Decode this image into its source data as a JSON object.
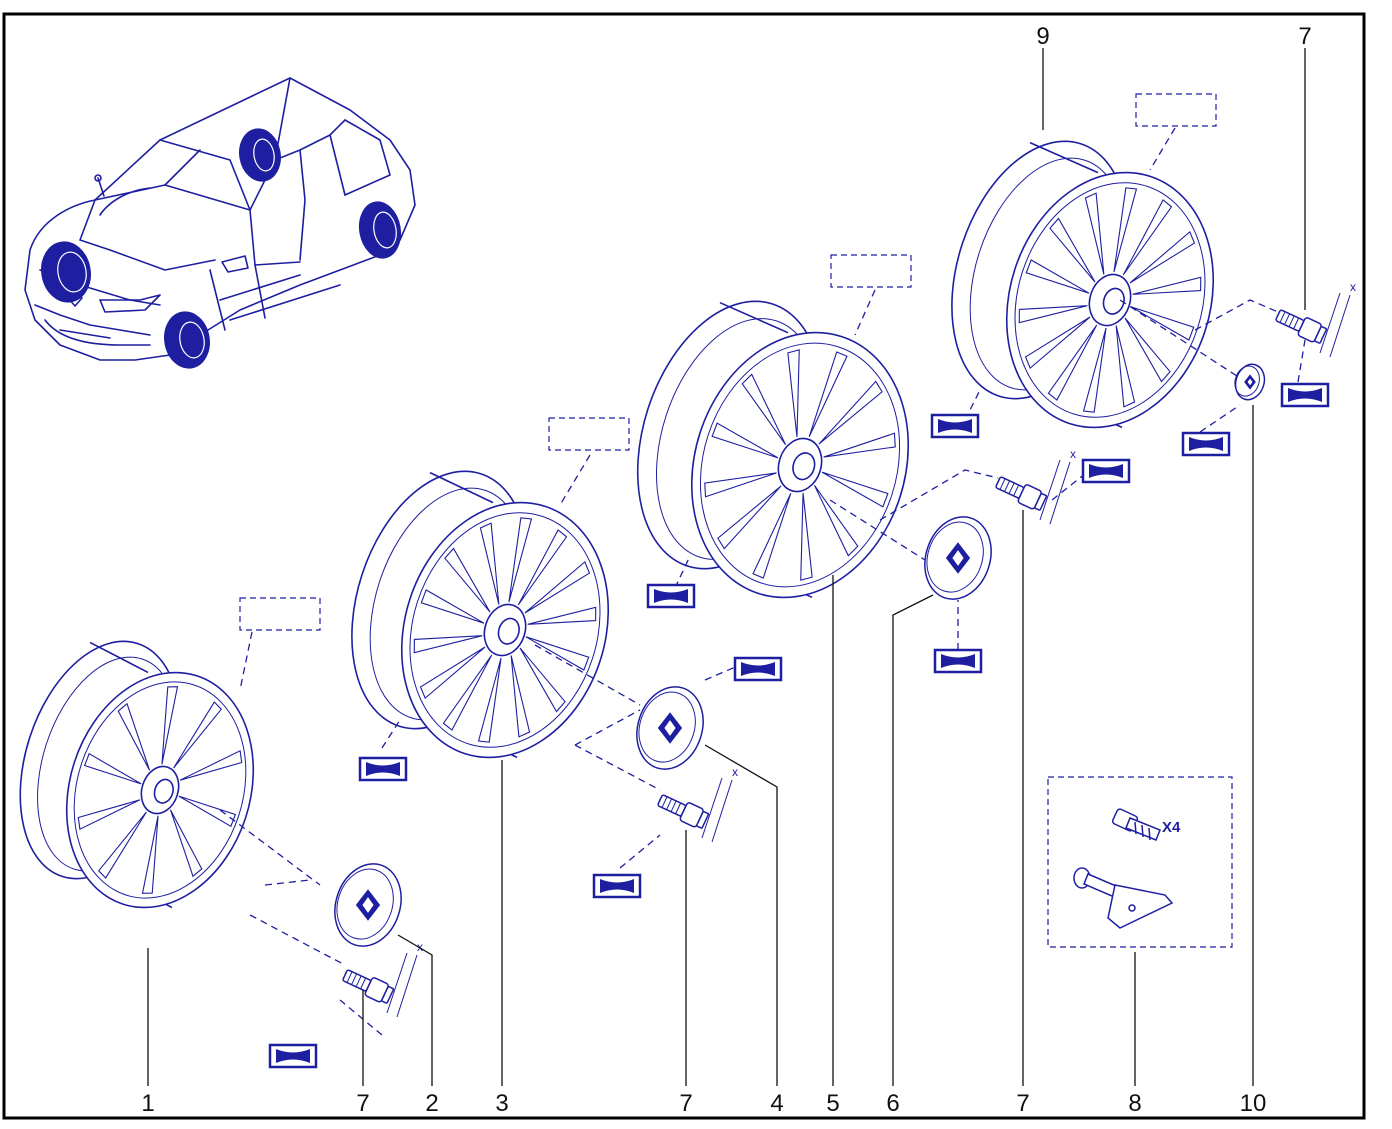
{
  "colors": {
    "line": "#1e1fa0",
    "border": "#000000",
    "label": "#111111",
    "tyre_fill": "#1e1fa0",
    "background": "#ffffff"
  },
  "callouts": {
    "top": [
      "9",
      "7"
    ],
    "bottom": [
      "1",
      "7",
      "2",
      "3",
      "7",
      "4",
      "5",
      "6",
      "7",
      "8",
      "10"
    ]
  },
  "kit_note": "X4",
  "torque_mark": "x"
}
